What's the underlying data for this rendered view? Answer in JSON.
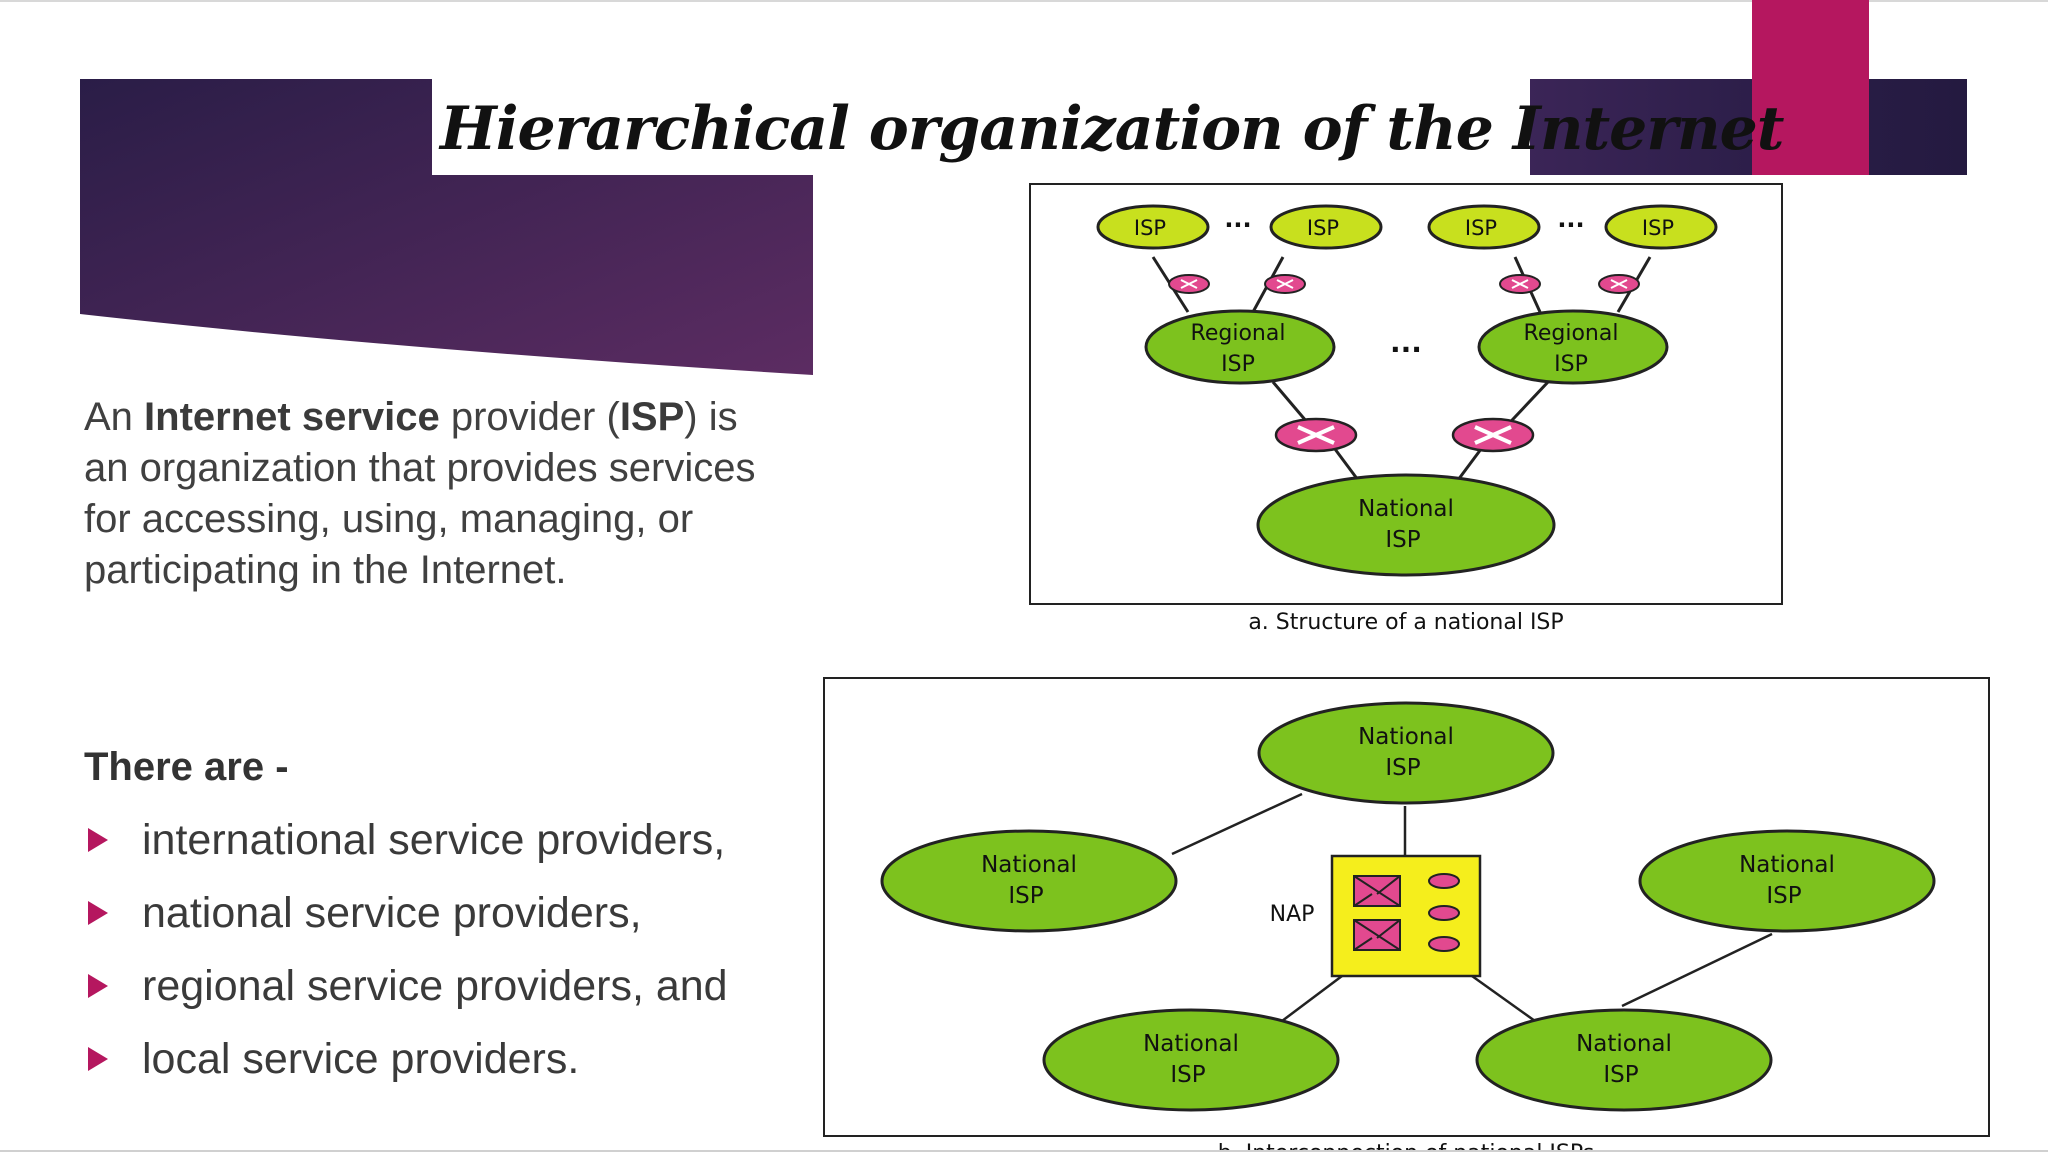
{
  "slide": {
    "title": "Hierarchical organization of the Internet",
    "intro": {
      "part1": "An ",
      "bold1": "Internet service",
      "part2": " provider (",
      "bold2": "ISP",
      "part3": ") is an organization that provides services for accessing, using, managing, or participating in the Internet."
    },
    "there_are": "There are -",
    "bullets": [
      "international service providers,",
      "national service providers,",
      "regional service providers, and",
      "local service providers."
    ]
  },
  "figure_a": {
    "caption": "a. Structure of a national ISP",
    "isp_label": "ISP",
    "dots": "...",
    "regional_line1": "Regional",
    "regional_line2": "ISP",
    "national_line1": "National",
    "national_line2": "ISP"
  },
  "figure_b": {
    "caption": "b. Interconnection of national ISPs",
    "national_line1": "National",
    "national_line2": "ISP",
    "nap_label": "NAP"
  },
  "colors": {
    "accent": "#b5175f",
    "banner_dark": "#2a1d47",
    "banner_light": "#5c2c62",
    "node_green": "#7dc21e",
    "node_yellowgreen": "#c8e01e",
    "router_pink": "#e2498f",
    "nap_yellow": "#f5ee1c"
  }
}
